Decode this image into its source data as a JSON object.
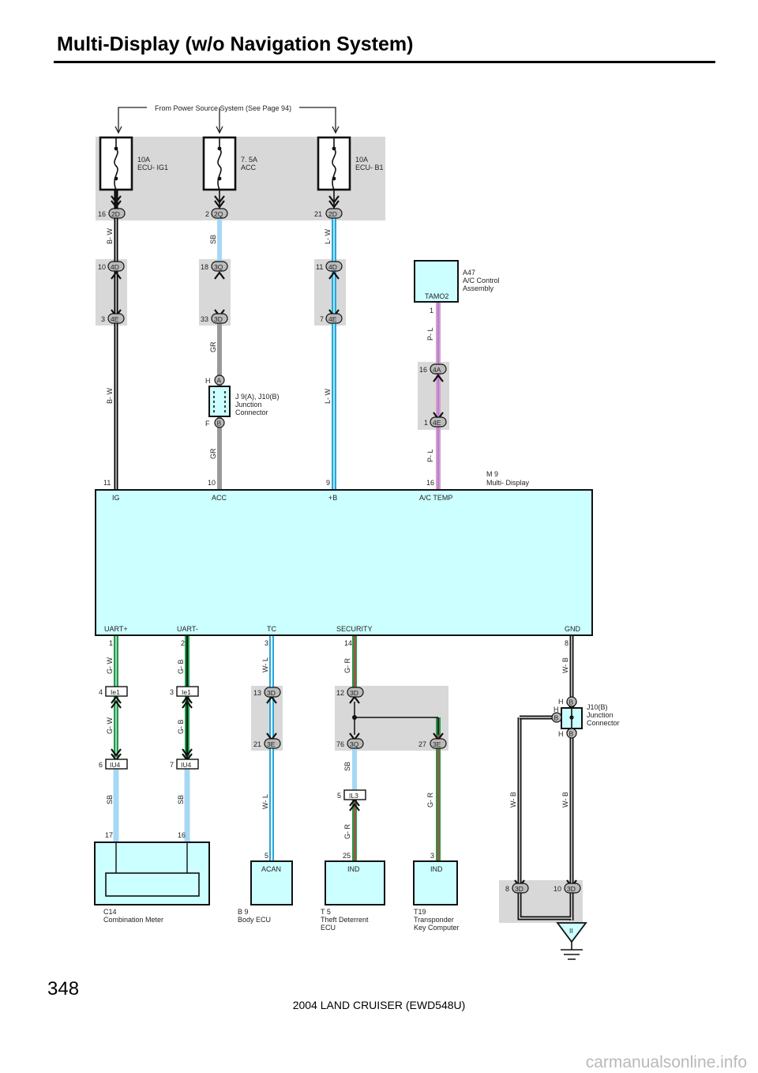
{
  "title": "Multi-Display  (w/o Navigation System)",
  "page_number": "348",
  "footer": "2004 LAND CRUISER (EWD548U)",
  "watermark": "carmanualsonline.info",
  "power_note": "From Power Source System (See Page 94)",
  "fuses": [
    {
      "amp": "10A",
      "name": "ECU- IG1"
    },
    {
      "amp": "7. 5A",
      "name": "ACC"
    },
    {
      "amp": "10A",
      "name": "ECU- B1"
    }
  ],
  "connector_tags": {
    "c2d_a": "2D",
    "c2q": "2Q",
    "c2d_b": "2D",
    "c4d_a": "4D",
    "c3q_a": "3Q",
    "c4d_b": "4D",
    "c4e_a": "4E",
    "c3d_a": "3D",
    "c4e_b": "4E",
    "c4a": "4A",
    "c4e_c": "4E",
    "ja": "A",
    "jb": "B",
    "ie1_a": "Ie1",
    "ie1_b": "Ie1",
    "iu4_a": "IU4",
    "iu4_b": "IU4",
    "c3d_b": "3D",
    "c3e_a": "3E",
    "c3d_c": "3D",
    "c3q_b": "3Q",
    "c3e_b": "3E",
    "il3": "IL3",
    "j10b_top": "B",
    "j10b_left": "B",
    "j10b_bot": "B",
    "c3d_d": "3D",
    "c3d_e": "3D",
    "ground": "II"
  },
  "pin_numbers": {
    "p16": "16",
    "p2": "2",
    "p21": "21",
    "p10": "10",
    "p18": "18",
    "p11": "11",
    "p3": "3",
    "p33": "33",
    "p7": "7",
    "p1": "1",
    "p16b": "16",
    "p1b": "1",
    "m_ig": "11",
    "m_acc": "10",
    "m_b": "9",
    "m_ac": "16",
    "m_uart_p": "1",
    "m_uart_m": "2",
    "m_tc": "3",
    "m_sec": "14",
    "m_gnd": "8",
    "ie1a": "4",
    "ie1b": "3",
    "c3d13": "13",
    "c3d12": "12",
    "iu4a": "6",
    "iu4b": "7",
    "c3e21": "21",
    "c3q76": "76",
    "c3e27": "27",
    "il3": "5",
    "cm17": "17",
    "cm16": "16",
    "b9": "5",
    "t5": "25",
    "t19": "3",
    "g8": "8",
    "g10": "10"
  },
  "junction_letters": {
    "h": "H",
    "f": "F",
    "h2": "H",
    "h3": "H",
    "h4": "H"
  },
  "wire_colors": {
    "bw1": "B- W",
    "sb1": "SB",
    "lw1": "L- W",
    "bw2": "B- W",
    "gr1": "GR",
    "lw2": "L- W",
    "gr2": "GR",
    "pl1": "P- L",
    "pl2": "P- L",
    "gw1": "G- W",
    "gb1": "G- B",
    "wl1": "W- L",
    "gr3": "G- R",
    "wb1": "W- B",
    "gw2": "G- W",
    "gb2": "G- B",
    "sb2": "SB",
    "sb3": "SB",
    "sb4": "SB",
    "wl2": "W- L",
    "gr4": "G- R",
    "gr5": "G- R",
    "wb2": "W- B",
    "wb3": "W- B"
  },
  "components": {
    "a47": {
      "code": "A47",
      "line1": "A/C Control",
      "line2": "Assembly",
      "pin": "TAMO2"
    },
    "j9": {
      "code": "J 9(A), J10(B)",
      "line1": "Junction",
      "line2": "Connector"
    },
    "m9": {
      "code": "M 9",
      "name": "Multi- Display"
    },
    "j10": {
      "code": "J10(B)",
      "line1": "Junction",
      "line2": "Connector"
    },
    "c14": {
      "code": "C14",
      "name": "Combination Meter"
    },
    "b9": {
      "code": "B 9",
      "name": "Body ECU",
      "pin": "ACAN"
    },
    "t5": {
      "code": "T 5",
      "line1": "Theft Deterrent",
      "line2": "ECU",
      "pin": "IND"
    },
    "t19": {
      "code": "T19",
      "line1": "Transponder",
      "line2": "Key Computer",
      "pin": "IND"
    }
  },
  "m9_pins": {
    "ig": "IG",
    "acc": "ACC",
    "b": "+B",
    "ac": "A/C TEMP",
    "uart_p": "UART+",
    "uart_m": "UART-",
    "tc": "TC",
    "sec": "SECURITY",
    "gnd": "GND"
  },
  "colors": {
    "shade": "#d8d8d8",
    "component_fill": "#ccffff",
    "sb": "#a6d8f3",
    "lblue": "#23a7da",
    "gray": "#9a9a9a",
    "green": "#1f9a4e",
    "red": "#d43b3b",
    "pink": "#e794c0",
    "black": "#000000"
  }
}
